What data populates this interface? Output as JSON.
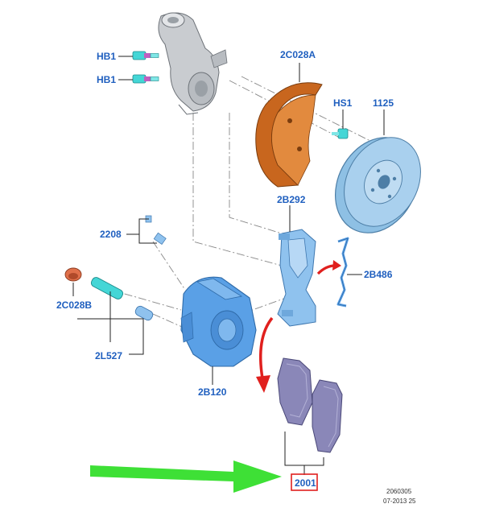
{
  "labels": {
    "hb1_top": "HB1",
    "hb1_bottom": "HB1",
    "c2c028a": "2C028A",
    "hs1": "HS1",
    "r1125": "1125",
    "b2b292": "2B292",
    "r2208": "2208",
    "b2b486": "2B486",
    "c2c028b": "2C028B",
    "l2l527": "2L527",
    "b2b120": "2B120",
    "p2001": "2001"
  },
  "footer": {
    "code": "2060305",
    "date": "07-2013 25"
  },
  "colors": {
    "label_blue": "#1f5fbf",
    "caliper_blue": "#5aa0e6",
    "disc_blue": "#8ec0e4",
    "shield_orange": "#c8661e",
    "pad_purple": "#8a87b8",
    "bolt_cyan": "#44d6d6",
    "highlight_red": "#e0201e",
    "arrow_green": "#3ee036",
    "knuckle_gray": "#c9ccd0"
  },
  "icons": {
    "green_arrow": "arrow-right-icon",
    "red_arrows": "curved-arrow-icon"
  }
}
